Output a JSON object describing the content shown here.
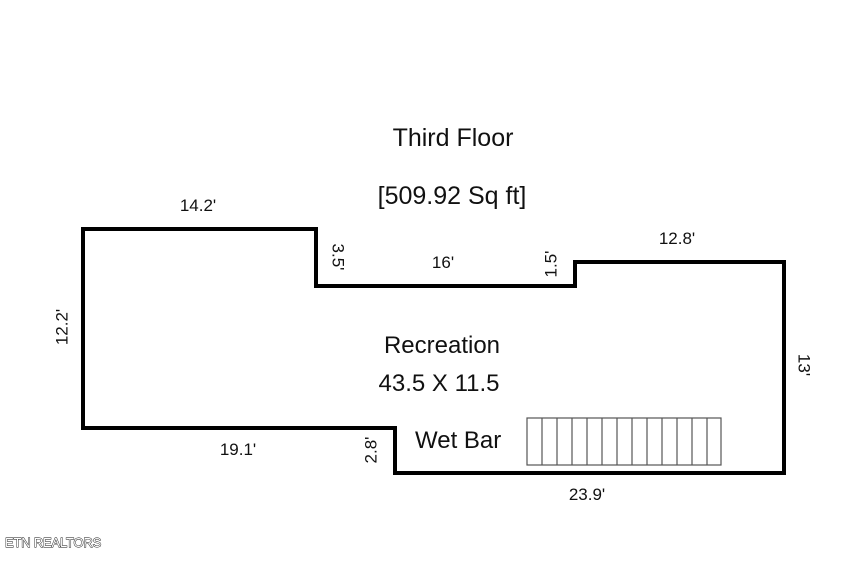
{
  "floor_plan": {
    "title": "Third Floor",
    "area": "[509.92 Sq ft]",
    "room": {
      "name": "Recreation",
      "dimensions": "43.5 X 11.5"
    },
    "feature": "Wet Bar",
    "dimensions": {
      "top_left": "14.2'",
      "top_mid": "16'",
      "top_right": "12.8'",
      "left": "12.2'",
      "step_left": "3.5'",
      "step_right": "1.5'",
      "bottom_step": "2.8'",
      "bottom_left": "19.1'",
      "bottom_right": "23.9'",
      "right": "13'"
    }
  },
  "brand": {
    "text": "ETN REALTORS"
  },
  "colors": {
    "background": "#ffffff",
    "ink": "#111111",
    "line": "#000000",
    "stairs": "#555555"
  }
}
